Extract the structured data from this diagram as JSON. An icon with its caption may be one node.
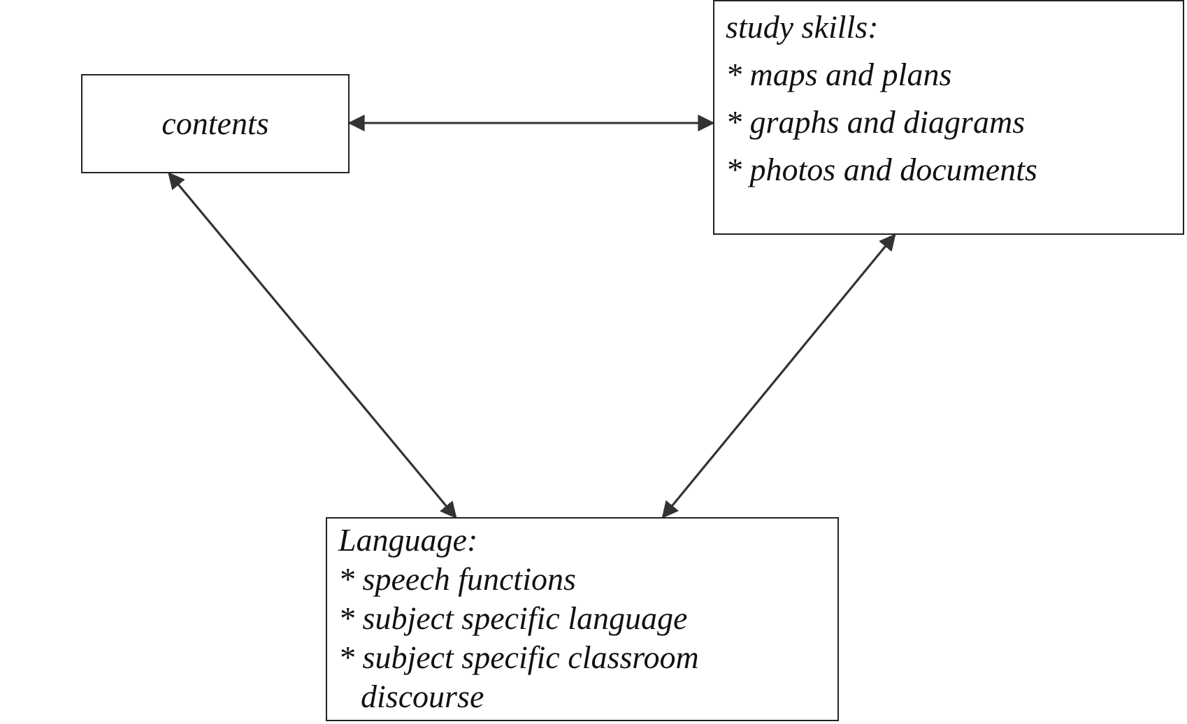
{
  "diagram": {
    "nodes": [
      {
        "text": [
          "contents"
        ]
      },
      {
        "text": [
          "study skills:",
          "* maps and plans",
          "* graphs and diagrams",
          "* photos and documents"
        ]
      },
      {
        "text": [
          "Language:",
          "* speech functions",
          "* subject specific language",
          "* subject specific classroom discourse"
        ]
      }
    ],
    "edges": [
      {
        "from": 0,
        "to": 1,
        "arrow": "both"
      },
      {
        "from": 0,
        "to": 2,
        "arrow": "both"
      },
      {
        "from": 1,
        "to": 2,
        "arrow": "both"
      }
    ]
  }
}
